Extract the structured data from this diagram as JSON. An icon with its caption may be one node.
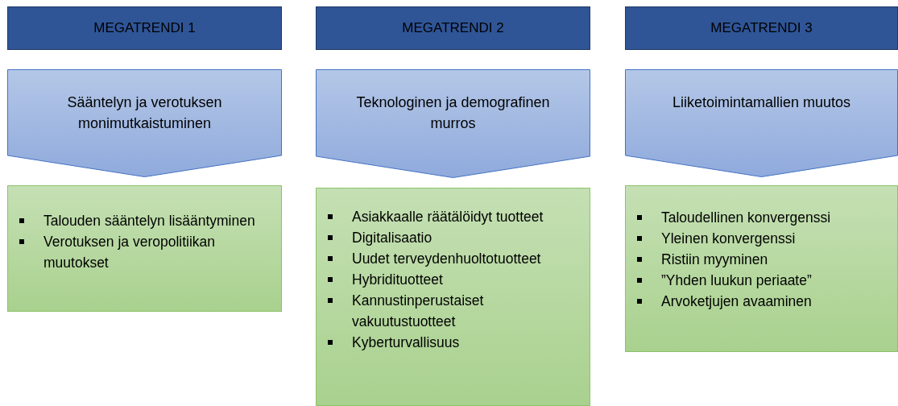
{
  "diagram": {
    "nodes": [
      {
        "text": [
          "MEGATRENDI 1"
        ]
      },
      {
        "text": [
          "MEGATRENDI 2"
        ]
      },
      {
        "text": [
          "MEGATRENDI 3"
        ]
      },
      {
        "text": [
          "Sääntelyn ja verotuksen monimutkaistuminen"
        ]
      },
      {
        "text": [
          "Teknologinen ja demografinen murros"
        ]
      },
      {
        "text": [
          "Liiketoimintamallien muutos"
        ]
      },
      {
        "text": [
          "Talouden sääntelyn lisääntyminen",
          "Verotuksen ja veropolitiikan muutokset"
        ]
      },
      {
        "text": [
          "Asiakkaalle räätälöidyt tuotteet",
          "Digitalisaatio",
          "Uudet terveydenhuoltotuotteet",
          "Hybridituotteet",
          "Kannustinperustaiset vakuutustuotteet",
          "Kyberturvallisuus"
        ]
      },
      {
        "text": [
          "Taloudellinen konvergenssi",
          "Yleinen konvergenssi",
          "Ristiin myyminen",
          "”Yhden luukun periaate”",
          "Arvoketjujen avaaminen"
        ]
      }
    ]
  }
}
